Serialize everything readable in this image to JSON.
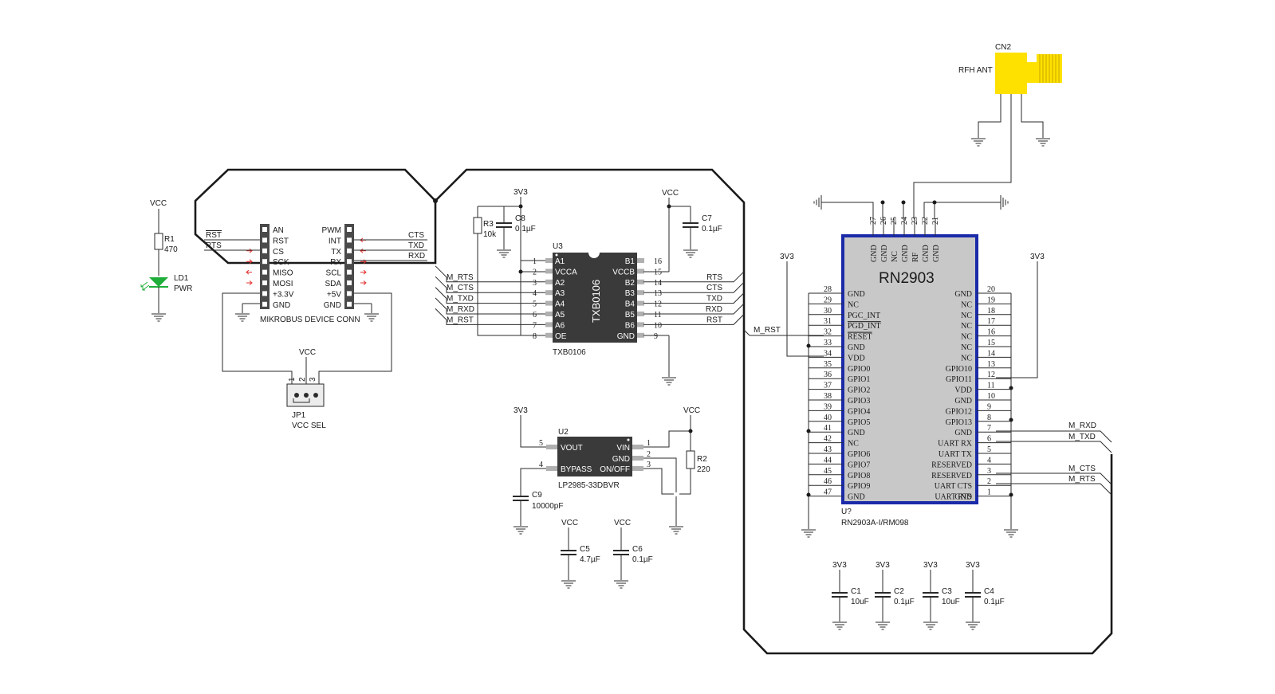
{
  "title": "",
  "nets": {
    "vcc": "VCC",
    "v3v3": "3V3",
    "m_rst": "M_RST"
  },
  "power_led": {
    "r1_ref": "R1",
    "r1_val": "470",
    "led_ref": "LD1",
    "led_val": "PWR"
  },
  "mikrobus": {
    "caption": "MIKROBUS DEVICE CONN",
    "left_pins": [
      "AN",
      "RST",
      "CS",
      "SCK",
      "MISO",
      "MOSI",
      "+3.3V",
      "GND"
    ],
    "right_pins": [
      "PWM",
      "INT",
      "TX",
      "RX",
      "SCL",
      "SDA",
      "+5V",
      "GND"
    ],
    "left_nets": [
      "RST",
      "RTS"
    ],
    "right_nets": [
      "CTS",
      "TXD",
      "RXD"
    ]
  },
  "jumper": {
    "ref": "JP1",
    "val": "VCC SEL",
    "pins": [
      "1",
      "2",
      "3"
    ]
  },
  "level_shifter": {
    "ref": "U3",
    "part": "TXB0106",
    "body": "TXB0106",
    "left_pins": [
      {
        "num": "1",
        "name": "A1"
      },
      {
        "num": "2",
        "name": "VCCA"
      },
      {
        "num": "3",
        "name": "A2"
      },
      {
        "num": "4",
        "name": "A3"
      },
      {
        "num": "5",
        "name": "A4"
      },
      {
        "num": "6",
        "name": "A5"
      },
      {
        "num": "7",
        "name": "A6"
      },
      {
        "num": "8",
        "name": "OE"
      }
    ],
    "right_pins": [
      {
        "num": "16",
        "name": "B1"
      },
      {
        "num": "15",
        "name": "VCCB"
      },
      {
        "num": "14",
        "name": "B2"
      },
      {
        "num": "13",
        "name": "B3"
      },
      {
        "num": "12",
        "name": "B4"
      },
      {
        "num": "11",
        "name": "B5"
      },
      {
        "num": "10",
        "name": "B6"
      },
      {
        "num": "9",
        "name": "GND"
      }
    ],
    "left_nets": [
      "M_RTS",
      "M_CTS",
      "M_TXD",
      "M_RXD",
      "M_RST"
    ],
    "right_nets": [
      "RTS",
      "CTS",
      "TXD",
      "RXD",
      "RST"
    ],
    "r3_ref": "R3",
    "r3_val": "10k",
    "c8_ref": "C8",
    "c8_val": "0.1µF",
    "c7_ref": "C7",
    "c7_val": "0.1µF"
  },
  "regulator": {
    "ref": "U2",
    "part": "LP2985-33DBVR",
    "left_pins": [
      {
        "num": "5",
        "name": "VOUT"
      },
      {
        "num": "4",
        "name": "BYPASS"
      }
    ],
    "right_pins": [
      {
        "num": "1",
        "name": "VIN"
      },
      {
        "num": "2",
        "name": "GND"
      },
      {
        "num": "3",
        "name": "ON/OFF"
      }
    ],
    "c9_ref": "C9",
    "c9_val": "10000pF",
    "r2_ref": "R2",
    "r2_val": "220",
    "c5_ref": "C5",
    "c5_val": "4.7µF",
    "c6_ref": "C6",
    "c6_val": "0.1µF"
  },
  "module": {
    "ref": "U?",
    "part": "RN2903A-I/RM098",
    "title": "RN2903",
    "color_border": "#1a2aa8",
    "color_fill": "#c8c8c8",
    "left_pins": [
      {
        "num": "28",
        "name": "GND"
      },
      {
        "num": "29",
        "name": "NC"
      },
      {
        "num": "30",
        "name": "PGC_INT"
      },
      {
        "num": "31",
        "name": "PGD_INT"
      },
      {
        "num": "32",
        "name": "RESET"
      },
      {
        "num": "33",
        "name": "GND"
      },
      {
        "num": "34",
        "name": "VDD"
      },
      {
        "num": "35",
        "name": "GPIO0"
      },
      {
        "num": "36",
        "name": "GPIO1"
      },
      {
        "num": "37",
        "name": "GPIO2"
      },
      {
        "num": "38",
        "name": "GPIO3"
      },
      {
        "num": "39",
        "name": "GPIO4"
      },
      {
        "num": "40",
        "name": "GPIO5"
      },
      {
        "num": "41",
        "name": "GND"
      },
      {
        "num": "42",
        "name": "NC"
      },
      {
        "num": "43",
        "name": "GPIO6"
      },
      {
        "num": "44",
        "name": "GPIO7"
      },
      {
        "num": "45",
        "name": "GPIO8"
      },
      {
        "num": "46",
        "name": "GPIO9"
      },
      {
        "num": "47",
        "name": "GND"
      }
    ],
    "right_pins": [
      {
        "num": "20",
        "name": "GND"
      },
      {
        "num": "19",
        "name": "NC"
      },
      {
        "num": "18",
        "name": "NC"
      },
      {
        "num": "17",
        "name": "NC"
      },
      {
        "num": "16",
        "name": "NC"
      },
      {
        "num": "15",
        "name": "NC"
      },
      {
        "num": "14",
        "name": "NC"
      },
      {
        "num": "13",
        "name": "GPIO10"
      },
      {
        "num": "12",
        "name": "GPIO11"
      },
      {
        "num": "11",
        "name": "VDD"
      },
      {
        "num": "10",
        "name": "GND"
      },
      {
        "num": "9",
        "name": "GPIO12"
      },
      {
        "num": "8",
        "name": "GPIO13"
      },
      {
        "num": "7",
        "name": "GND"
      },
      {
        "num": "6",
        "name": "UART RX"
      },
      {
        "num": "5",
        "name": "UART TX"
      },
      {
        "num": "4",
        "name": "RESERVED"
      },
      {
        "num": "3",
        "name": "RESERVED"
      },
      {
        "num": "2",
        "name": "UART CTS"
      },
      {
        "num": "1",
        "name": "UART RTS"
      }
    ],
    "extra_right": "GND",
    "top_pins": [
      {
        "num": "27",
        "name": "GND"
      },
      {
        "num": "26",
        "name": "GND"
      },
      {
        "num": "25",
        "name": "NC"
      },
      {
        "num": "24",
        "name": "GND"
      },
      {
        "num": "23",
        "name": "RF"
      },
      {
        "num": "22",
        "name": "GND"
      },
      {
        "num": "21",
        "name": "GND"
      }
    ],
    "uart_nets": [
      "M_RXD",
      "M_TXD",
      "M_CTS",
      "M_RTS"
    ]
  },
  "antenna": {
    "ref": "CN2",
    "val": "RFH ANT",
    "color": "#ffe100"
  },
  "decoupling": [
    {
      "ref": "C1",
      "val": "10uF"
    },
    {
      "ref": "C2",
      "val": "0.1µF"
    },
    {
      "ref": "C3",
      "val": "10uF"
    },
    {
      "ref": "C4",
      "val": "0.1µF"
    }
  ]
}
